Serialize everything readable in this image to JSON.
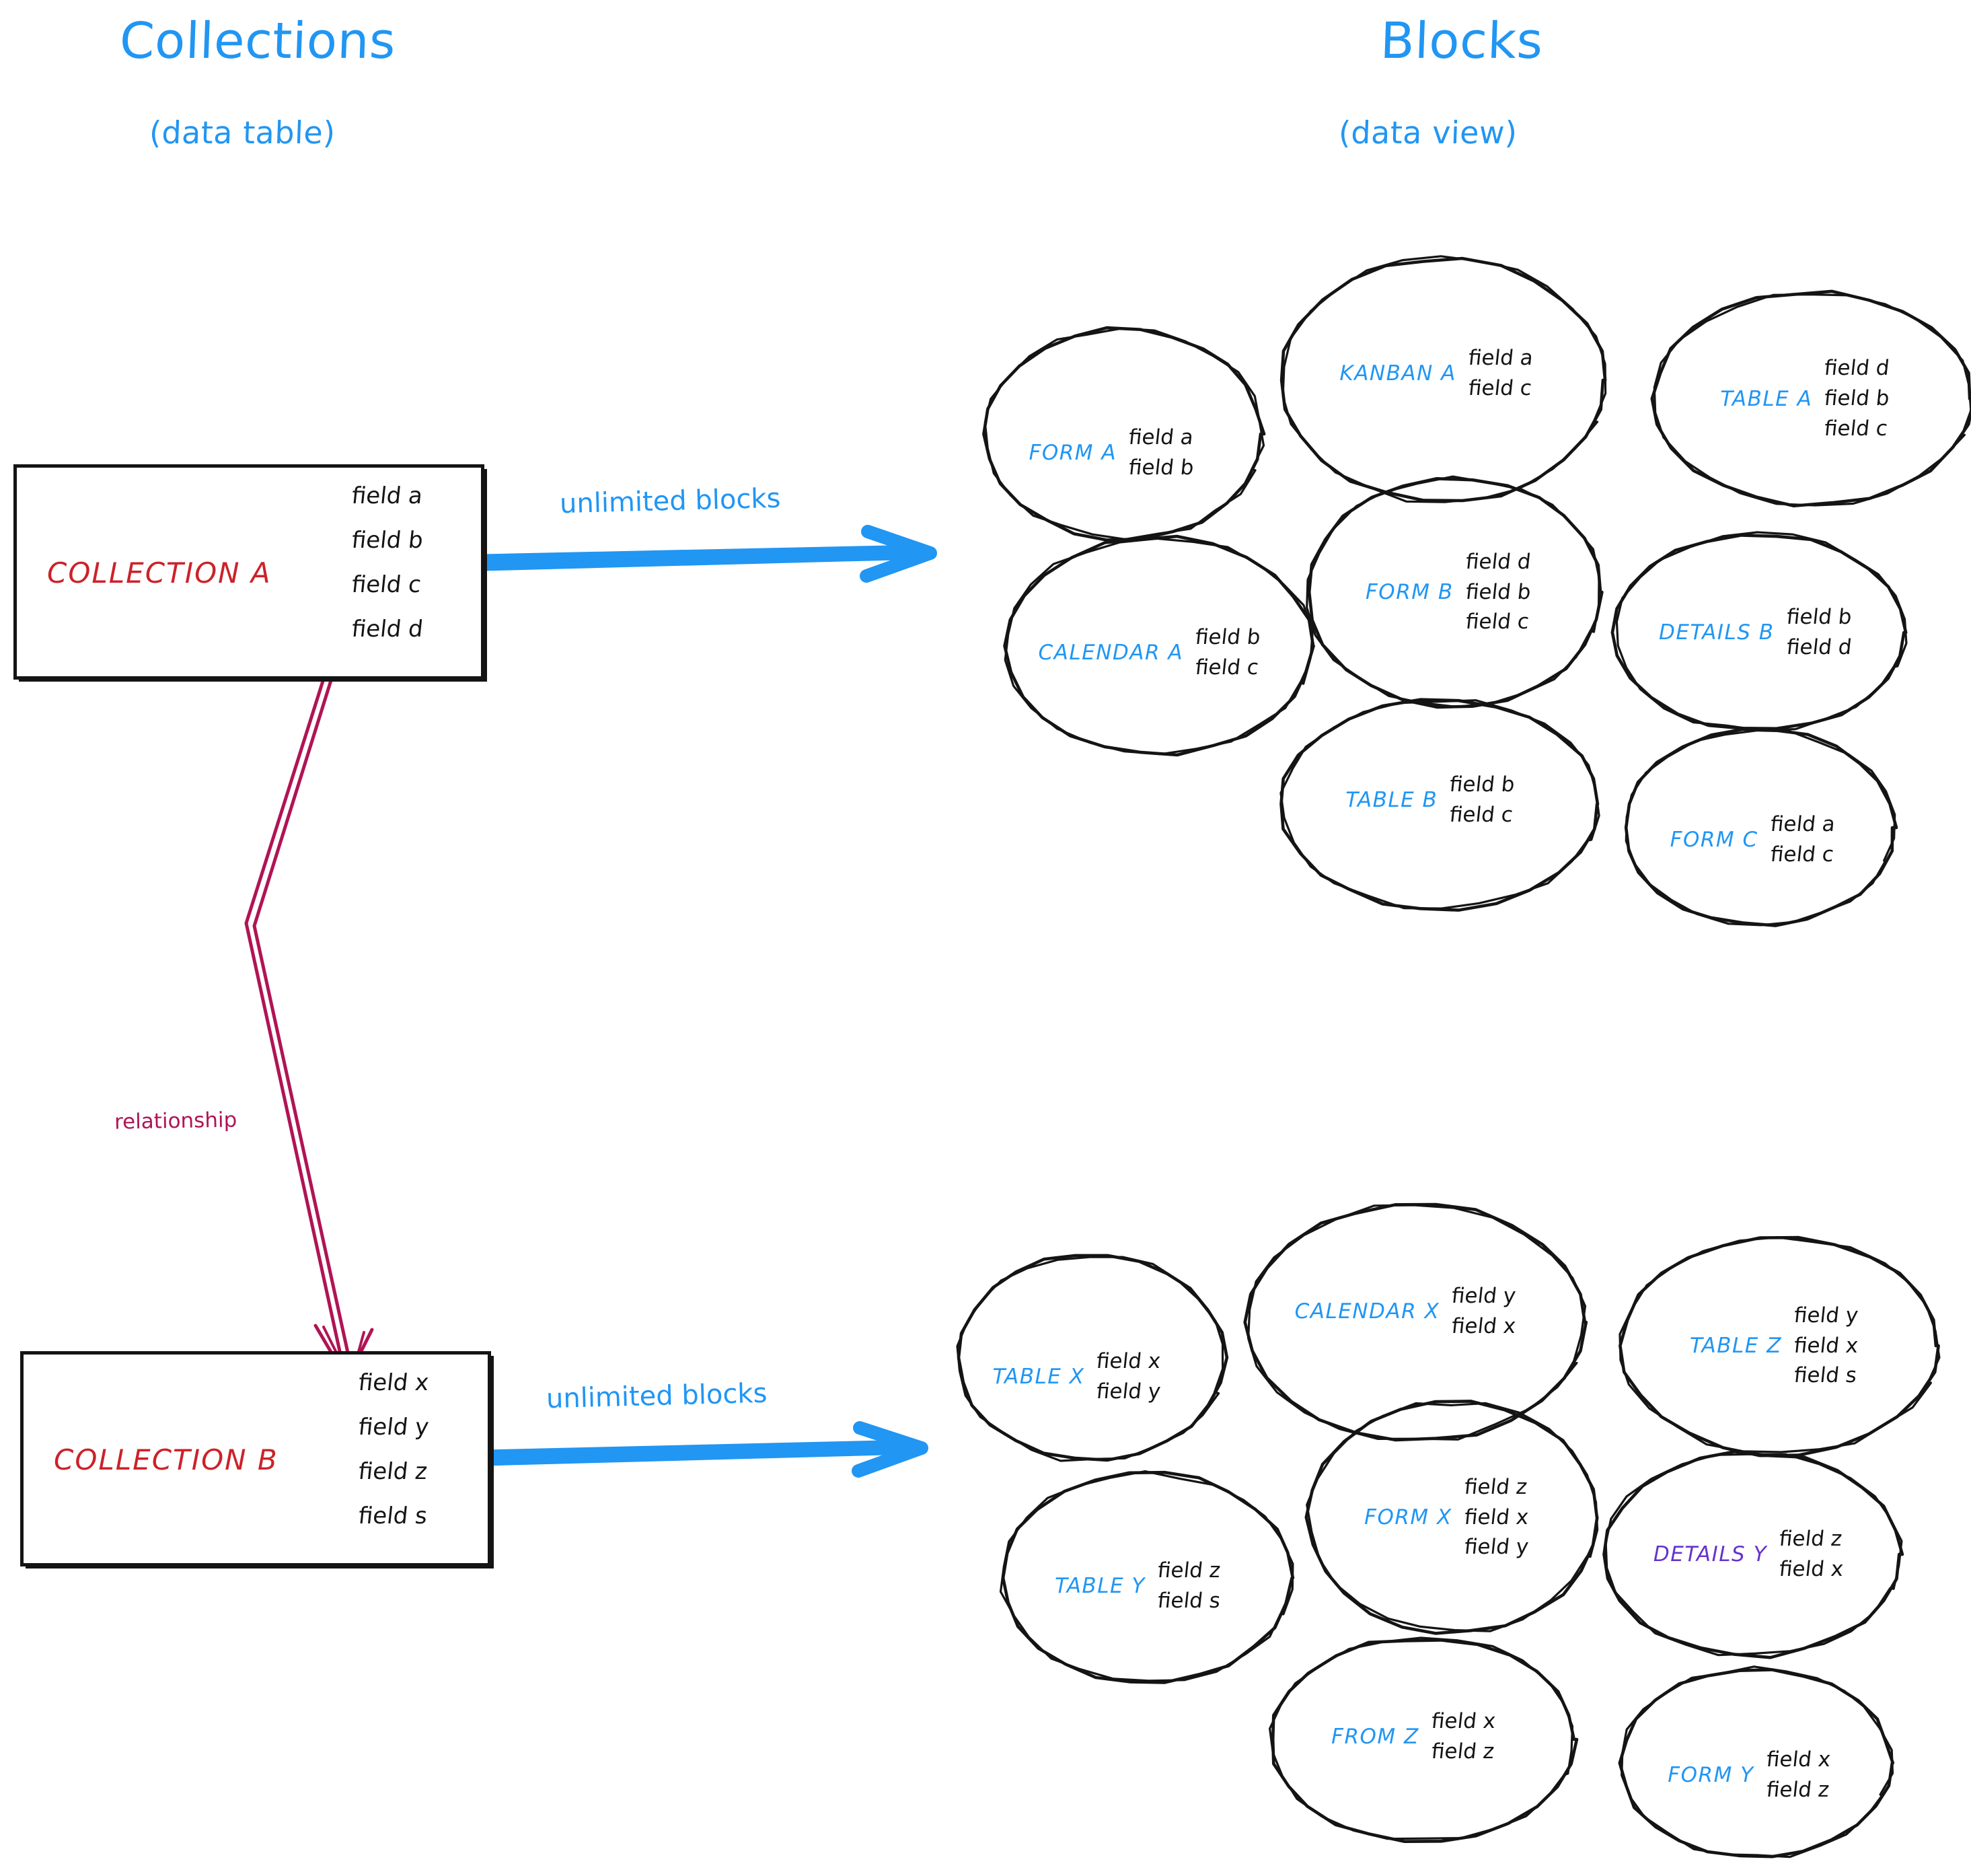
{
  "headers": {
    "left": {
      "title": "Collections",
      "subtitle": "(data table)"
    },
    "right": {
      "title": "Blocks",
      "subtitle": "(data view)"
    }
  },
  "colors": {
    "accent_blue": "#2196f3",
    "collection_red": "#cc2229",
    "relationship_crimson": "#b01455",
    "details_purple": "#6633cc",
    "ink_black": "#141414"
  },
  "collections": [
    {
      "name": "COLLECTION A",
      "fields": [
        "field a",
        "field b",
        "field c",
        "field d"
      ]
    },
    {
      "name": "COLLECTION B",
      "fields": [
        "field x",
        "field y",
        "field z",
        "field s"
      ]
    }
  ],
  "connectors": {
    "arrow_top_label": "unlimited blocks",
    "arrow_bottom_label": "unlimited blocks",
    "relationship_label": "relationship"
  },
  "blocks_top": [
    {
      "name": "FORM A",
      "fields": [
        "field a",
        "field b"
      ]
    },
    {
      "name": "KANBAN A",
      "fields": [
        "field a",
        "field c"
      ]
    },
    {
      "name": "TABLE A",
      "fields": [
        "field d",
        "field b",
        "field c"
      ]
    },
    {
      "name": "CALENDAR A",
      "fields": [
        "field b",
        "field c"
      ]
    },
    {
      "name": "FORM B",
      "fields": [
        "field d",
        "field b",
        "field c"
      ]
    },
    {
      "name": "DETAILS B",
      "fields": [
        "field b",
        "field d"
      ]
    },
    {
      "name": "TABLE B",
      "fields": [
        "field b",
        "field c"
      ]
    },
    {
      "name": "FORM C",
      "fields": [
        "field a",
        "field c"
      ]
    }
  ],
  "blocks_bottom": [
    {
      "name": "TABLE X",
      "fields": [
        "field x",
        "field y"
      ]
    },
    {
      "name": "CALENDAR X",
      "fields": [
        "field y",
        "field x"
      ]
    },
    {
      "name": "TABLE Z",
      "fields": [
        "field y",
        "field x",
        "field s"
      ]
    },
    {
      "name": "TABLE Y",
      "fields": [
        "field z",
        "field s"
      ]
    },
    {
      "name": "FORM X",
      "fields": [
        "field z",
        "field x",
        "field y"
      ]
    },
    {
      "name": "DETAILS Y",
      "fields": [
        "field z",
        "field x"
      ]
    },
    {
      "name": "FROM Z",
      "fields": [
        "field x",
        "field z"
      ]
    },
    {
      "name": "FORM Y",
      "fields": [
        "field x",
        "field z"
      ]
    }
  ]
}
